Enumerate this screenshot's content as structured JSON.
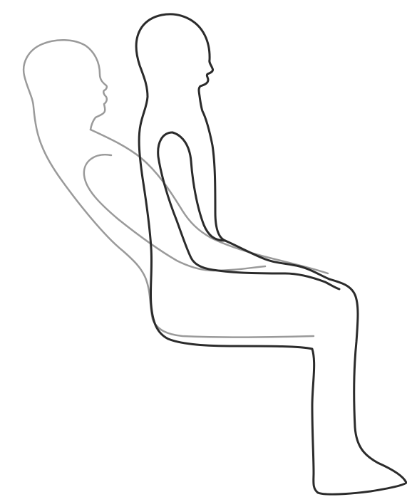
{
  "illustration": {
    "subject": "seated-posture-comparison",
    "figures": [
      {
        "name": "upright-seated-figure",
        "stroke_color": "#2b2b2b"
      },
      {
        "name": "reclined-seated-figure",
        "stroke_color": "#9a9a9a"
      }
    ],
    "background_color": "#ffffff"
  }
}
